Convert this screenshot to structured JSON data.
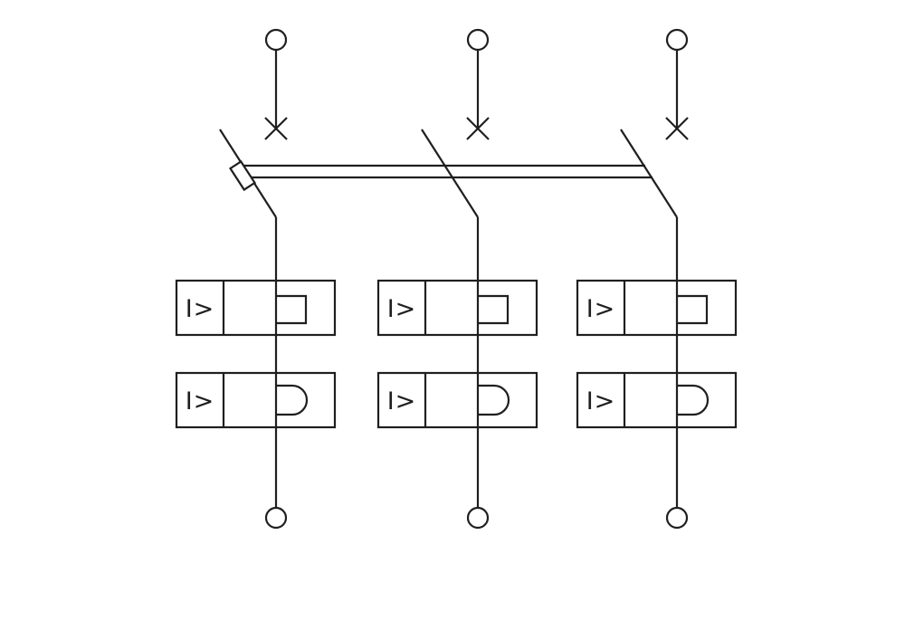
{
  "diagram": {
    "kind": "three-pole-switch-with-overcurrent-releases-schematic",
    "line_color": "#1f1f1f",
    "background_color": "#ffffff",
    "poles": [
      {
        "name": "pole-1",
        "releases": [
          "I>",
          "I>"
        ]
      },
      {
        "name": "pole-2",
        "releases": [
          "I>",
          "I>"
        ]
      },
      {
        "name": "pole-3",
        "releases": [
          "I>",
          "I>"
        ]
      }
    ]
  }
}
